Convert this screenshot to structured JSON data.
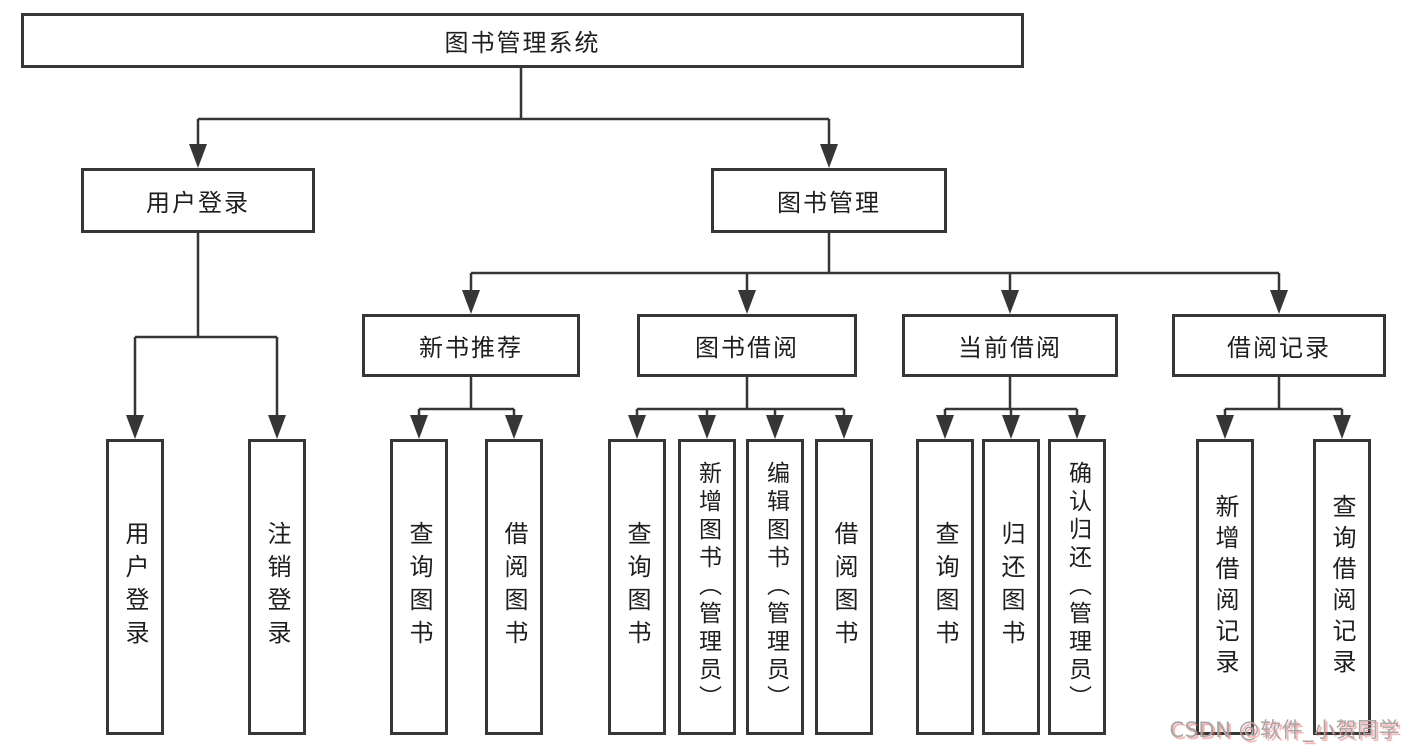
{
  "diagram": {
    "title": "图书管理系统",
    "level2": {
      "user_login": "用户登录",
      "book_management": "图书管理"
    },
    "level3": {
      "new_book_recommend": "新书推荐",
      "book_borrowing": "图书借阅",
      "current_borrowing": "当前借阅",
      "borrowing_records": "借阅记录"
    },
    "leaves": {
      "user_login": "用户登录",
      "logout_login": "注销登录",
      "nbr_query_books": "查询图书",
      "nbr_borrow_books": "借阅图书",
      "bb_query_books": "查询图书",
      "bb_add_books_admin": "新增图书（管理员）",
      "bb_edit_books_admin": "编辑图书（管理员）",
      "bb_borrow_books": "借阅图书",
      "cb_query_books": "查询图书",
      "cb_return_books": "归还图书",
      "cb_confirm_return_admin": "确认归还（管理员）",
      "br_add_record": "新增借阅记录",
      "br_query_record": "查询借阅记录"
    }
  },
  "watermark": "CSDN @软件_小贺同学",
  "colors": {
    "line": "#363636",
    "text": "#1e1e1e",
    "background": "#ffffff",
    "watermark_gray": "#a6a6a6",
    "watermark_red": "#e56363"
  }
}
